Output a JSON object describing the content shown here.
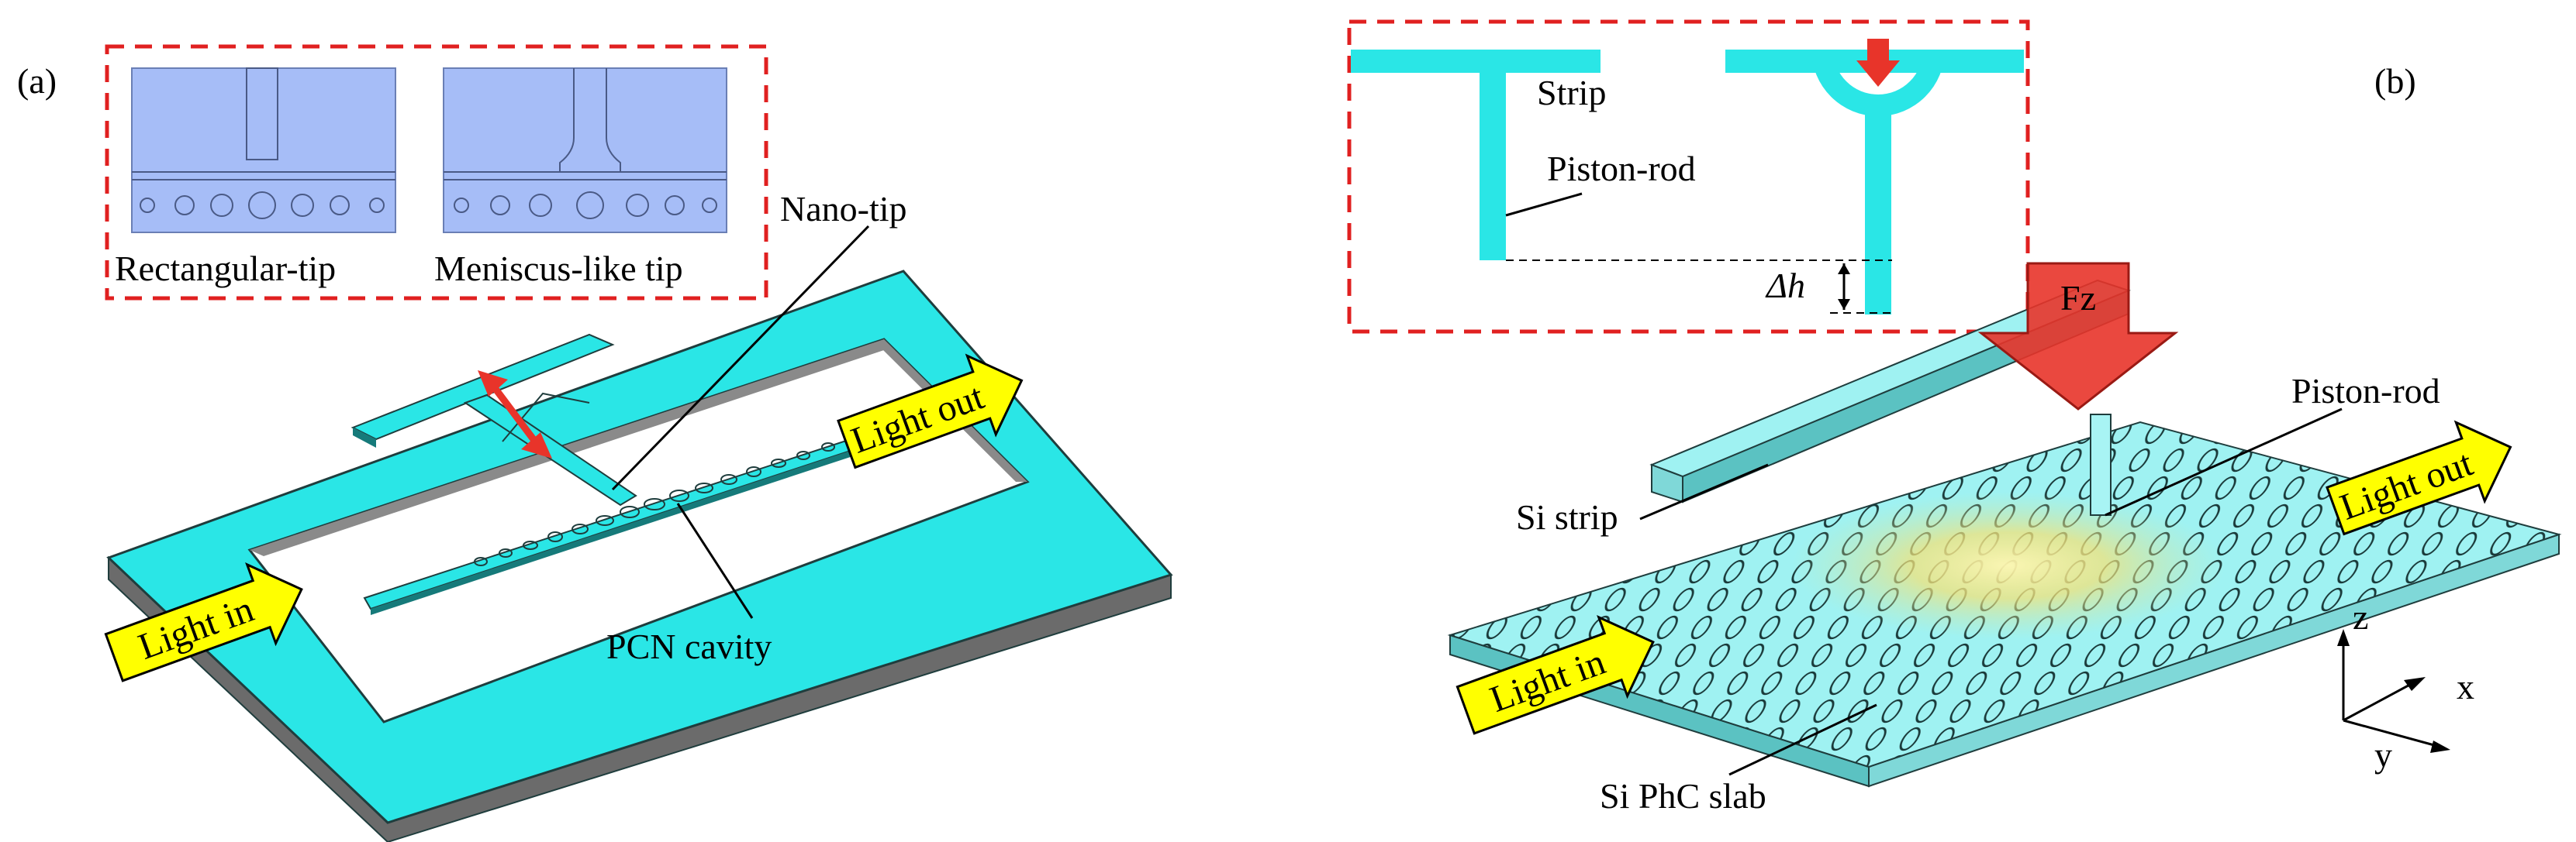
{
  "panels": {
    "a": {
      "label": "(a)",
      "inset": {
        "left_caption": "Rectangular-tip",
        "right_caption": "Meniscus-like tip"
      },
      "callouts": {
        "nano_tip": "Nano-tip",
        "pcn_cavity": "PCN cavity"
      },
      "arrows": {
        "light_in": "Light in",
        "light_out": "Light out"
      }
    },
    "b": {
      "label": "(b)",
      "inset": {
        "strip": "Strip",
        "piston_rod": "Piston-rod",
        "delta_h": "Δh"
      },
      "force_label": "Fz",
      "callouts": {
        "piston_rod": "Piston-rod",
        "si_strip": "Si strip",
        "si_phc_slab": "Si PhC slab"
      },
      "arrows": {
        "light_in": "Light in",
        "light_out": "Light out"
      },
      "axes": {
        "z": "z",
        "x": "x",
        "y": "y"
      }
    }
  },
  "colors": {
    "device_cyan": "#2ae6e6",
    "slab_cyan": "#9ff2f2",
    "inset_blue": "#a6bdf7",
    "highlight_red": "#e8342a",
    "arrow_yellow": "#ffff00",
    "dash_red": "#e02020"
  }
}
